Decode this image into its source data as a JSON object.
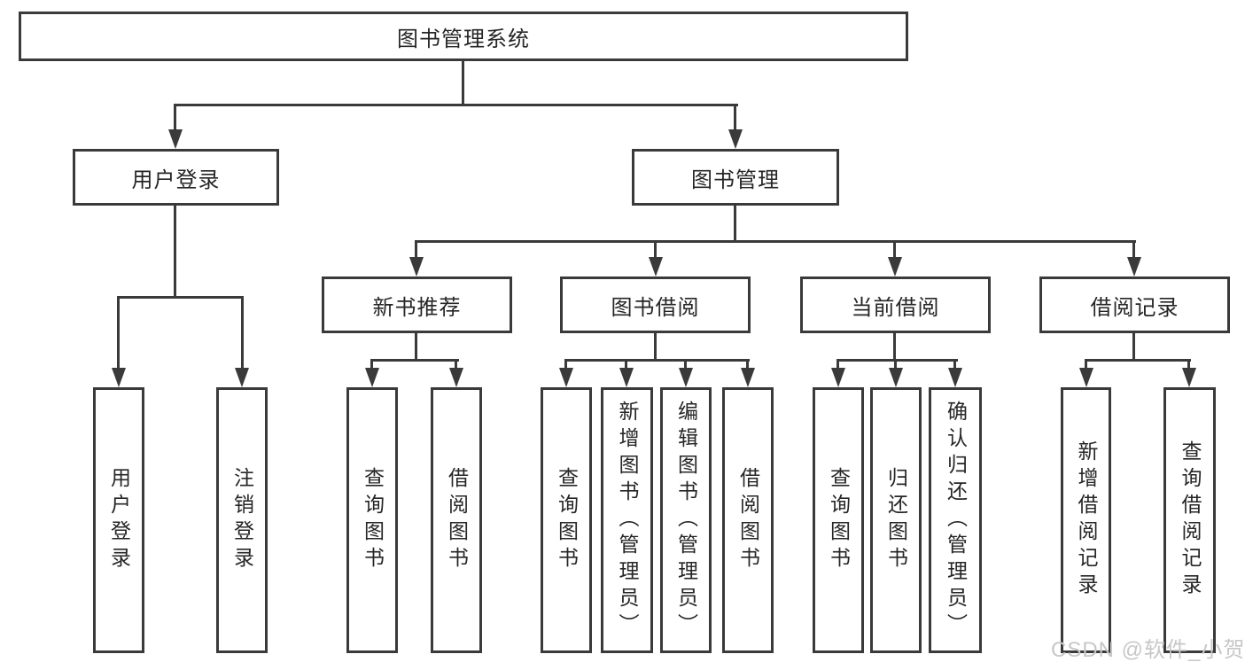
{
  "diagram": {
    "title": "图书管理系统",
    "level2": [
      "用户登录",
      "图书管理"
    ],
    "level3": [
      "新书推荐",
      "图书借阅",
      "当前借阅",
      "借阅记录"
    ],
    "leaves_login": [
      "用户登录",
      "注销登录"
    ],
    "leaves_newbook": [
      "查询图书",
      "借阅图书"
    ],
    "leaves_borrow": [
      "查询图书",
      "新增图书（管理员）",
      "编辑图书（管理员）",
      "借阅图书"
    ],
    "leaves_current": [
      "查询图书",
      "归还图书",
      "确认归还（管理员）"
    ],
    "leaves_records": [
      "新增借阅记录",
      "查询借阅记录"
    ],
    "watermark": "CSDN @软件_小贺同学",
    "colors": {
      "line": "#3a3a3a",
      "text": "#262626",
      "watermark": "#c7c7c7",
      "background": "#ffffff"
    }
  }
}
